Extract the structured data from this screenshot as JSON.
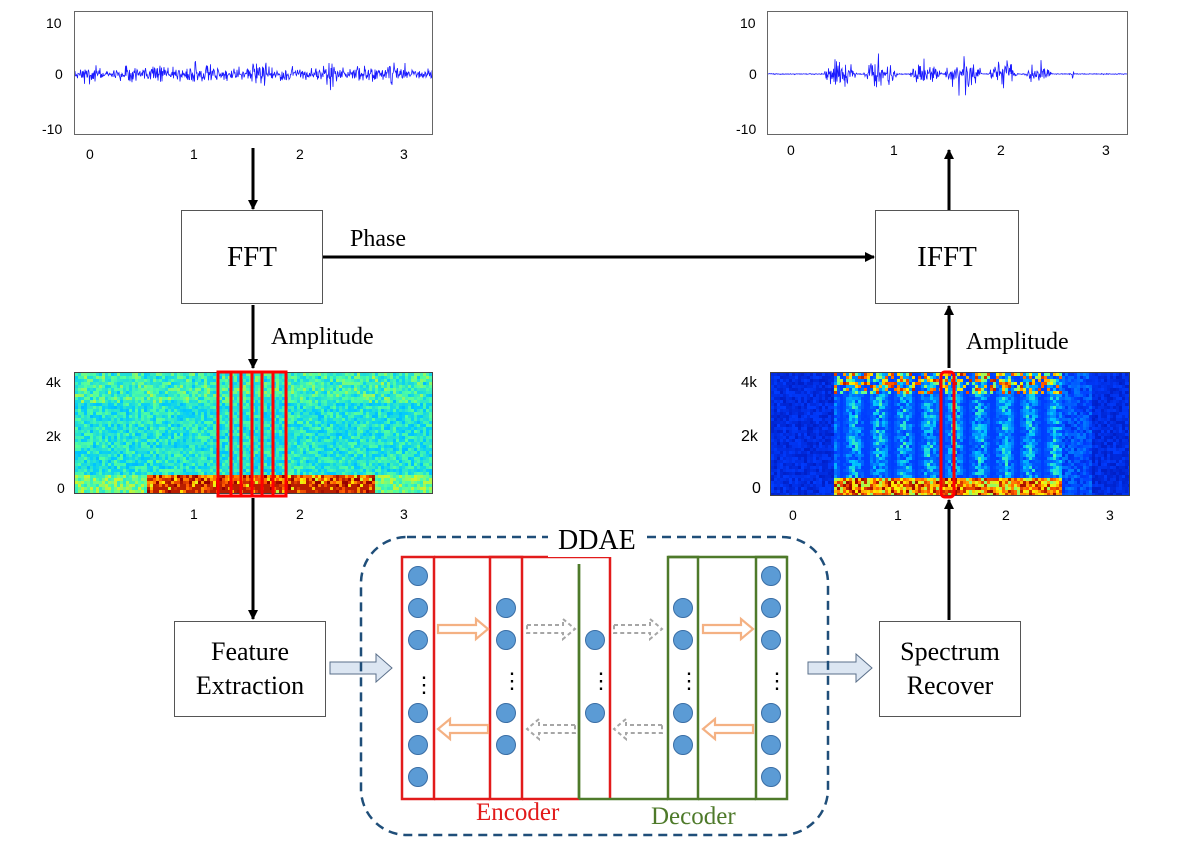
{
  "boxes": {
    "fft": "FFT",
    "ifft": "IFFT",
    "feature_extraction": "Feature Extraction",
    "spectrum_recover": "Spectrum Recover"
  },
  "arrow_labels": {
    "phase": "Phase",
    "amplitude_left": "Amplitude",
    "amplitude_right": "Amplitude"
  },
  "ddae": {
    "title": "DDAE",
    "encoder": "Encoder",
    "decoder": "Decoder",
    "vertical_ellipsis": "⋮"
  },
  "waveforms": {
    "y_ticks": [
      "10",
      "0",
      "-10"
    ],
    "x_ticks": [
      "0",
      "1",
      "2",
      "3"
    ]
  },
  "spectrograms": {
    "y_ticks": [
      "4k",
      "2k",
      "0"
    ],
    "x_ticks": [
      "0",
      "1",
      "2",
      "3"
    ]
  },
  "colors": {
    "waveform": "#1a1aff",
    "encoder": "#e21b1b",
    "decoder": "#4e7a2a",
    "neuron": "#5b9bd5",
    "arrow_orange": "#f4b183",
    "arrow_gray": "#a6a6a6",
    "ddae_border": "#1f4e79",
    "highlight": "#ff0000"
  }
}
